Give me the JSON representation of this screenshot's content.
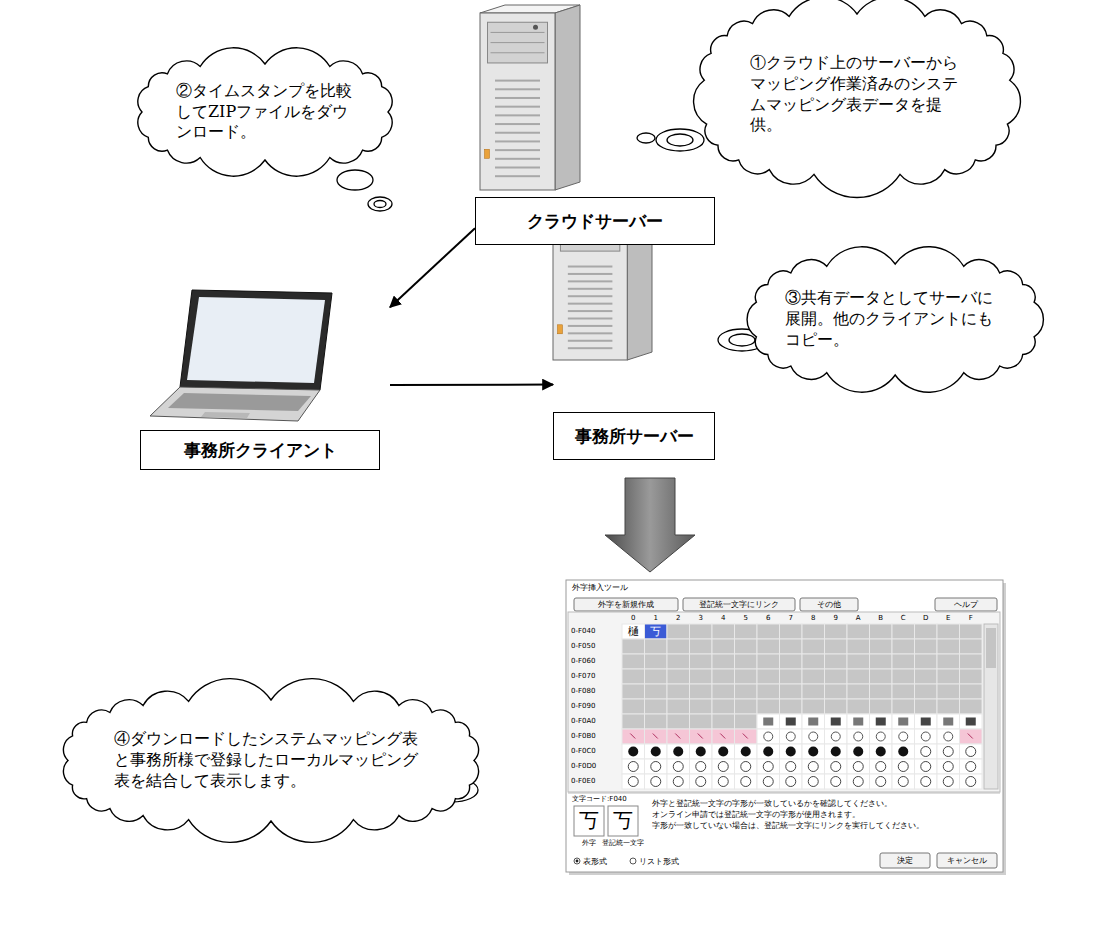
{
  "diagram": {
    "nodes": [
      {
        "text": [
          "①クラウド上のサーバーからマッピング作業済みのシステムマッピング表データを提供。"
        ]
      },
      {
        "text": [
          "②タイムスタンプを比較してZIPファイルをダウンロード。"
        ]
      },
      {
        "text": [
          "クラウドサーバー"
        ]
      },
      {
        "text": [
          "③共有データとしてサーバに展開。他のクライアントにもコピー。"
        ]
      },
      {
        "text": [
          "事務所クライアント"
        ]
      },
      {
        "text": [
          "事務所サーバー"
        ]
      },
      {
        "text": [
          "④ダウンロードしたシステムマッピング表と事務所様で登録したローカルマッピング表を結合して表示します。"
        ]
      }
    ],
    "edges": [
      {
        "from": 2,
        "to": 4,
        "arrow": "to"
      },
      {
        "from": 4,
        "to": 5,
        "arrow": "to"
      }
    ],
    "labels": [
      "外字挿入ツール",
      "外字を新規作成",
      "登記統一文字にリンク",
      "その他",
      "ヘルプ",
      "0",
      "1",
      "2",
      "3",
      "4",
      "5",
      "6",
      "7",
      "8",
      "9",
      "A",
      "B",
      "C",
      "D",
      "E",
      "F",
      "0-F040",
      "0-F050",
      "0-F060",
      "0-F070",
      "0-F080",
      "0-F090",
      "0-F0A0",
      "0-F0B0",
      "0-F0C0",
      "0-F0D0",
      "0-F0E0",
      "樋",
      "丂",
      "文字コード:F040",
      "丂",
      "丂",
      "外字",
      "登記統一文字",
      "外字と登記統一文字の字形が一致しているかを確認してください。",
      "オンライン申請では登記統一文字の字形が使用されます。",
      "字形が一致していない場合は、登記統一文字にリンクを実行してください。",
      "表形式",
      "リスト形式",
      "決定",
      "キャンセル"
    ]
  }
}
